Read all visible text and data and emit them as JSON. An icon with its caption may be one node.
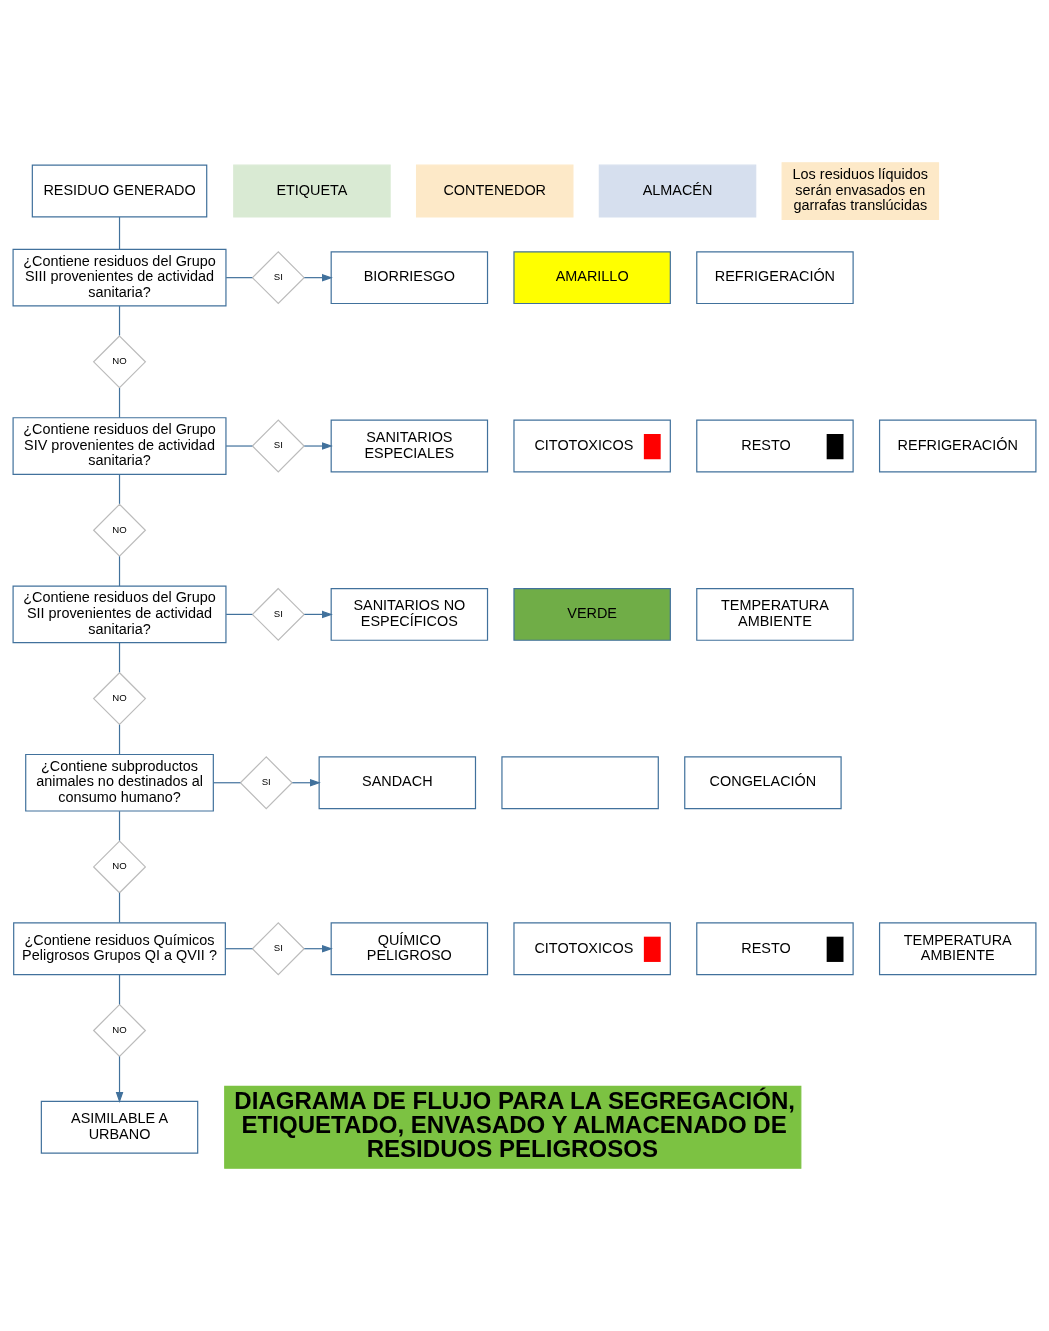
{
  "diagram": {
    "nodes": [
      {
        "text": [
          "RESIDUO GENERADO"
        ]
      },
      {
        "text": [
          "ETIQUETA"
        ]
      },
      {
        "text": [
          "CONTENEDOR"
        ]
      },
      {
        "text": [
          "ALMACÉN"
        ]
      },
      {
        "text": [
          "Los residuos líquidos serán envasados en garrafas translúcidas"
        ]
      },
      {
        "text": [
          "¿Contiene residuos del Grupo SIII provenientes de actividad sanitaria?"
        ]
      },
      {
        "text": [
          "SI"
        ]
      },
      {
        "text": [
          "BIORRIESGO"
        ]
      },
      {
        "text": [
          "AMARILLO"
        ]
      },
      {
        "text": [
          "REFRIGERACIÓN"
        ]
      },
      {
        "text": [
          "NO"
        ]
      },
      {
        "text": [
          "¿Contiene residuos del Grupo SIV provenientes de actividad sanitaria?"
        ]
      },
      {
        "text": [
          "SI"
        ]
      },
      {
        "text": [
          "SANITARIOS ESPECIALES"
        ]
      },
      {
        "text": [
          "CITOTOXICOS"
        ]
      },
      {
        "text": [
          "RESTO"
        ]
      },
      {
        "text": [
          "REFRIGERACIÓN"
        ]
      },
      {
        "text": [
          "NO"
        ]
      },
      {
        "text": [
          "¿Contiene residuos del Grupo SII provenientes de actividad sanitaria?"
        ]
      },
      {
        "text": [
          "SI"
        ]
      },
      {
        "text": [
          "SANITARIOS NO ESPECÍFICOS"
        ]
      },
      {
        "text": [
          "VERDE"
        ]
      },
      {
        "text": [
          "TEMPERATURA AMBIENTE"
        ]
      },
      {
        "text": [
          "NO"
        ]
      },
      {
        "text": [
          "¿Contiene subproductos animales no destinados al consumo humano?"
        ]
      },
      {
        "text": [
          "SI"
        ]
      },
      {
        "text": [
          "SANDACH"
        ]
      },
      {
        "text": [],
        "shape": "box"
      },
      {
        "text": [
          "CONGELACIÓN"
        ]
      },
      {
        "text": [
          "NO"
        ]
      },
      {
        "text": [
          "¿Contiene residuos Químicos Peligrosos Grupos QI a QVII ?"
        ]
      },
      {
        "text": [
          "SI"
        ]
      },
      {
        "text": [
          "QUÍMICO PELIGROSO"
        ]
      },
      {
        "text": [
          "CITOTOXICOS"
        ]
      },
      {
        "text": [
          "RESTO"
        ]
      },
      {
        "text": [
          "TEMPERATURA AMBIENTE"
        ]
      },
      {
        "text": [
          "NO"
        ]
      },
      {
        "text": [
          "ASIMILABLE A URBANO"
        ]
      },
      {
        "text": [
          "DIAGRAMA DE FLUJO PARA LA SEGREGACIÓN, ETIQUETADO, ENVASADO Y ALMACENADO DE RESIDUOS PELIGROSOS"
        ]
      }
    ],
    "edges": [
      {
        "from": 0,
        "to": 5,
        "arrow": "none"
      },
      {
        "from": 5,
        "to": 6,
        "arrow": "none"
      },
      {
        "from": 6,
        "to": 7,
        "arrow": "to"
      },
      {
        "from": 5,
        "to": 10,
        "arrow": "none"
      },
      {
        "from": 10,
        "to": 11,
        "arrow": "none"
      },
      {
        "from": 11,
        "to": 12,
        "arrow": "none"
      },
      {
        "from": 12,
        "to": 13,
        "arrow": "to"
      },
      {
        "from": 11,
        "to": 17,
        "arrow": "none"
      },
      {
        "from": 17,
        "to": 18,
        "arrow": "none"
      },
      {
        "from": 18,
        "to": 19,
        "arrow": "none"
      },
      {
        "from": 19,
        "to": 20,
        "arrow": "to"
      },
      {
        "from": 18,
        "to": 23,
        "arrow": "none"
      },
      {
        "from": 23,
        "to": 24,
        "arrow": "none"
      },
      {
        "from": 24,
        "to": 25,
        "arrow": "none"
      },
      {
        "from": 25,
        "to": 26,
        "arrow": "to"
      },
      {
        "from": 24,
        "to": 29,
        "arrow": "none"
      },
      {
        "from": 29,
        "to": 30,
        "arrow": "none"
      },
      {
        "from": 30,
        "to": 31,
        "arrow": "none"
      },
      {
        "from": 31,
        "to": 32,
        "arrow": "to"
      },
      {
        "from": 30,
        "to": 36,
        "arrow": "none"
      },
      {
        "from": 36,
        "to": 37,
        "arrow": "to"
      }
    ]
  }
}
